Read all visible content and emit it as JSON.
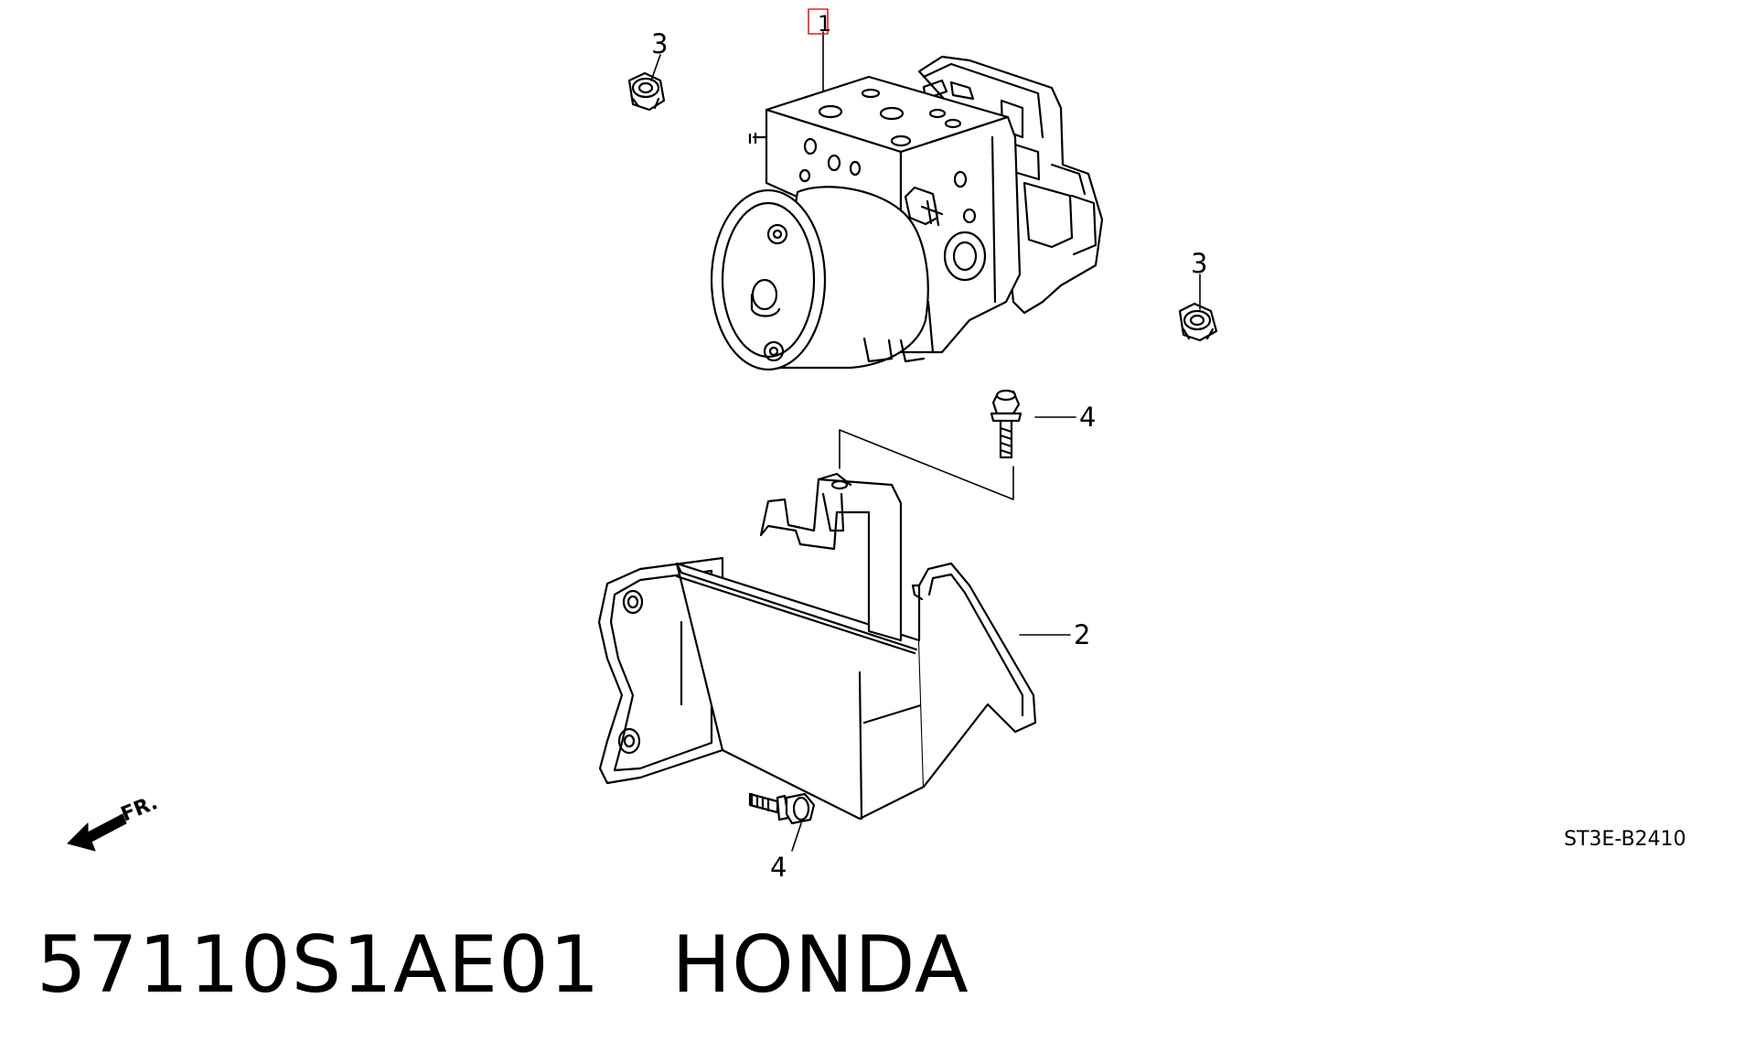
{
  "callouts": {
    "part1": "1",
    "part2": "2",
    "part3_a": "3",
    "part3_b": "3",
    "part4_a": "4",
    "part4_b": "4"
  },
  "direction": {
    "label": "FR.",
    "icon": "front-arrow-icon"
  },
  "diagram_code": "ST3E-B2410",
  "footer": {
    "part_number": "57110S1AE01",
    "brand": "HONDA"
  },
  "colors": {
    "line": "#000000",
    "highlight": "#e02020",
    "background": "#ffffff"
  }
}
